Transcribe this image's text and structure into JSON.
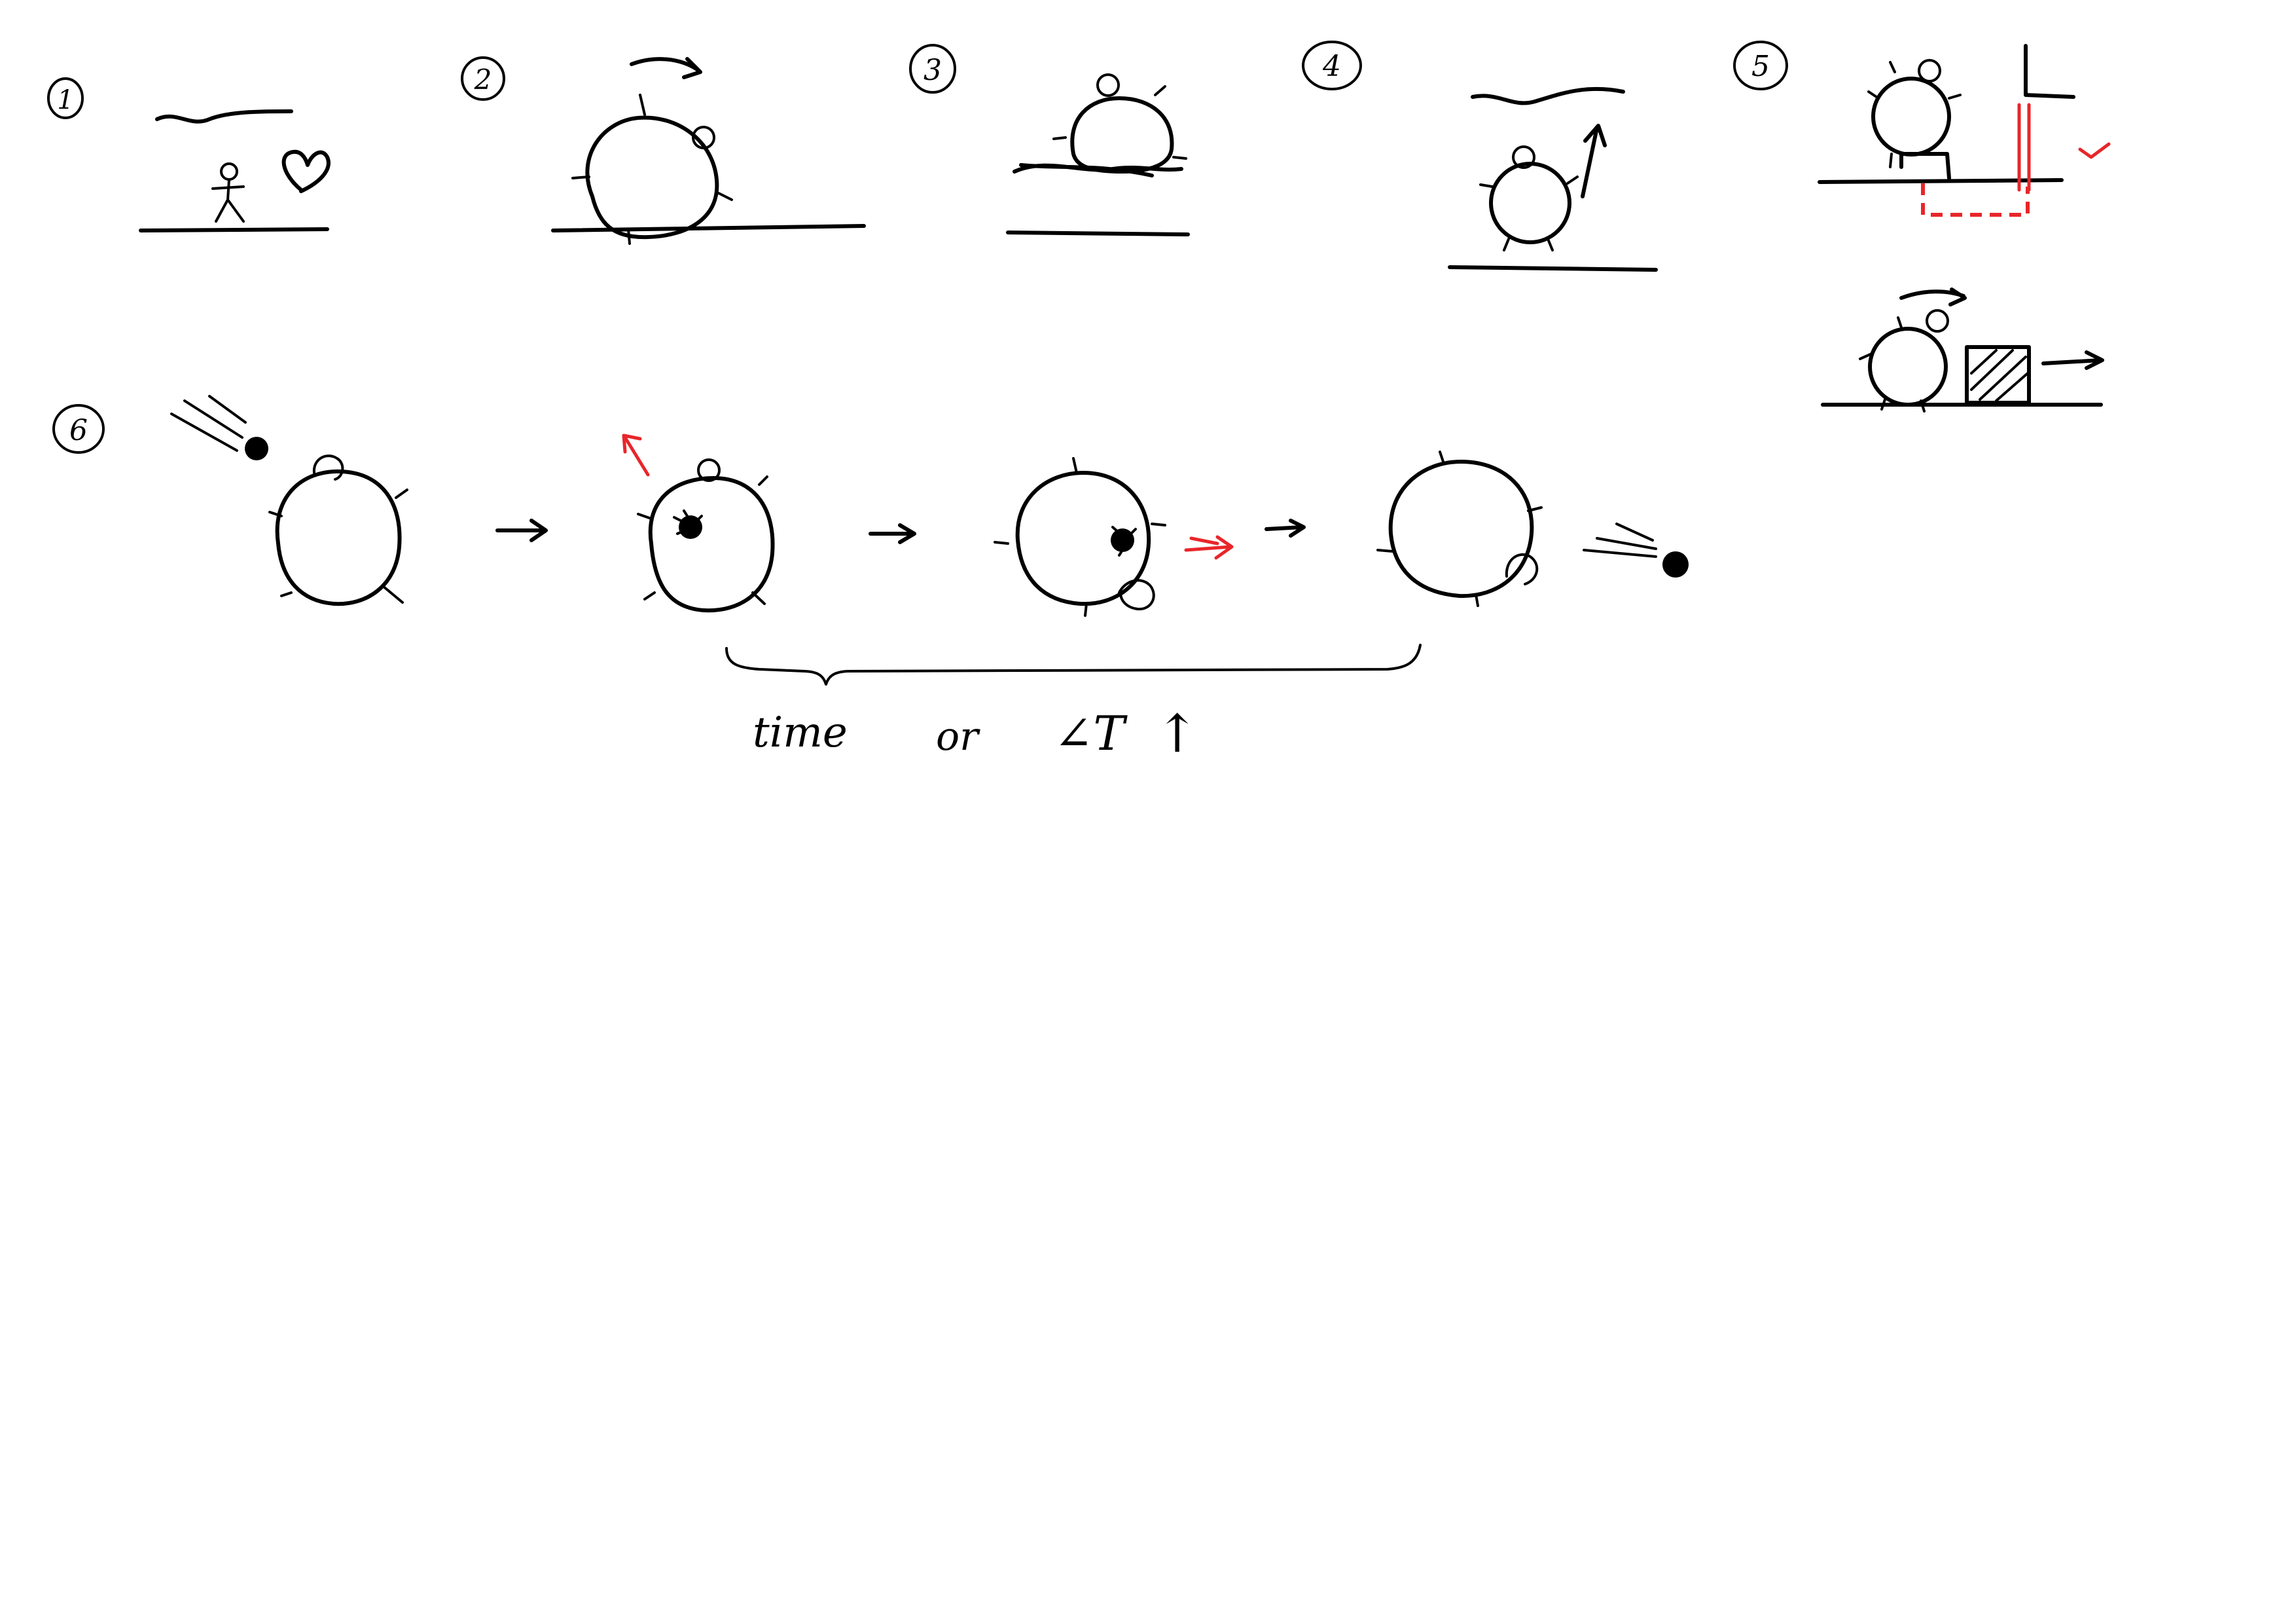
{
  "panels": [
    {
      "number": "1"
    },
    {
      "number": "2"
    },
    {
      "number": "3"
    },
    {
      "number": "4"
    },
    {
      "number": "5"
    },
    {
      "number": "6"
    }
  ],
  "annotations": {
    "word_time": "time",
    "word_or": "or",
    "symbol_angle": "∠T",
    "symbol_up": "↑"
  },
  "colors": {
    "ink": "#000000",
    "accent": "#e8262a",
    "background": "#ffffff"
  }
}
